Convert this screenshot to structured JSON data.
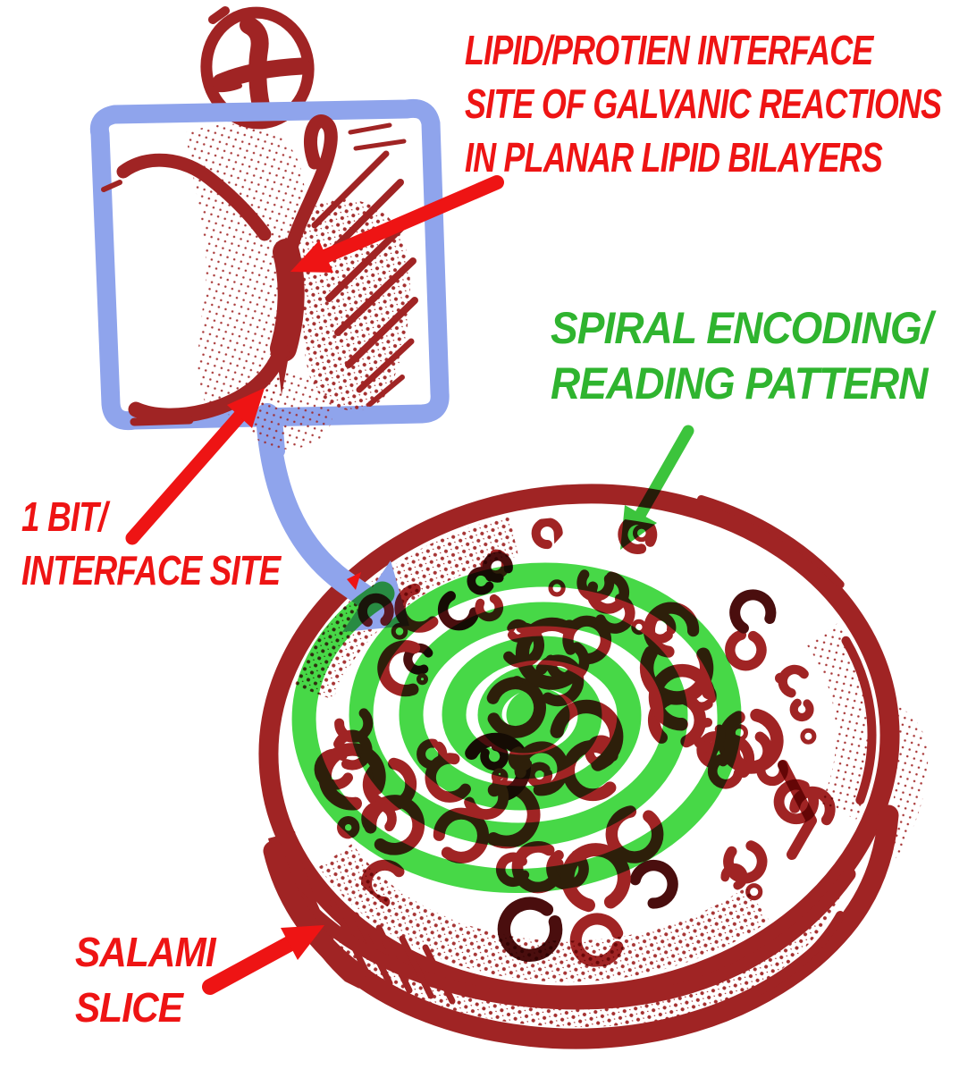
{
  "annotations": {
    "lipid_protein": {
      "lines": [
        "LIPID/PROTIEN INTERFACE",
        "SITE OF GALVANIC REACTIONS",
        "IN PLANAR LIPID BILAYERS"
      ]
    },
    "spiral": {
      "lines": [
        "SPIRAL ENCODING/",
        "READING PATTERN"
      ]
    },
    "one_bit": {
      "lines": [
        "1 BIT/",
        "INTERFACE SITE"
      ]
    },
    "salami": {
      "lines": [
        "SALAMI",
        "SLICE"
      ]
    }
  },
  "figures": {
    "plus_circle_icon": "circled-plus",
    "membrane_panel": "lipid-bilayer-sketch",
    "salami_slice": "salami-slice-sketch",
    "spiral_overlay": "green-spiral",
    "arrow_icons": [
      "red-arrow",
      "red-arrow",
      "red-arrow",
      "green-arrow",
      "blue-curved-arrow"
    ]
  },
  "colors": {
    "background": "#FFFFFF",
    "maroon": "#A02424",
    "maroon_dark": "#4A0E0E",
    "bright_red": "#EE1414",
    "periwinkle": "#8FA4EC",
    "spiral_green": "#3FD73F",
    "arrow_green": "#3CC43C",
    "text_green": "#2FB42F"
  }
}
